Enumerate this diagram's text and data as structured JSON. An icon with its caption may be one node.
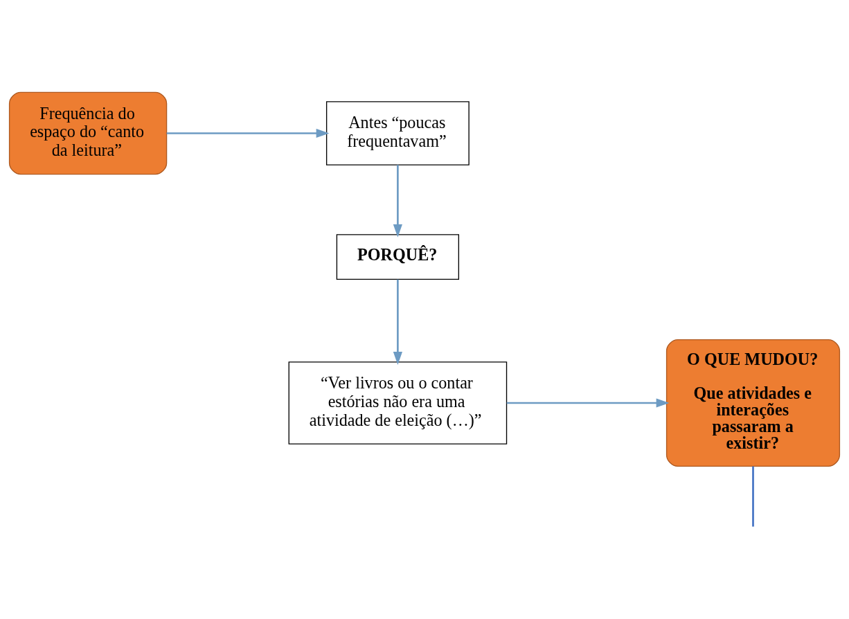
{
  "diagram": {
    "nodes": [
      {
        "text": [
          "Frequência do espaço do “canto da leitura”"
        ]
      },
      {
        "text": [
          "Antes “poucas frequentavam”"
        ]
      },
      {
        "text": [
          "PORQUÊ?"
        ]
      },
      {
        "text": [
          "“Ver livros ou o contar estórias não era uma atividade de eleição (…)”"
        ]
      },
      {
        "text": [
          "O QUE MUDOU?",
          "Que atividades e interações passaram a existir?"
        ]
      }
    ],
    "edges": [
      {
        "from": 0,
        "to": 1,
        "arrow": "to"
      },
      {
        "from": 1,
        "to": 2,
        "arrow": "to"
      },
      {
        "from": 2,
        "to": 3,
        "arrow": "to"
      },
      {
        "from": 3,
        "to": 4,
        "arrow": "to"
      },
      {
        "from": 4,
        "to": null,
        "arrow": "none",
        "color": "#4472c4"
      }
    ]
  }
}
